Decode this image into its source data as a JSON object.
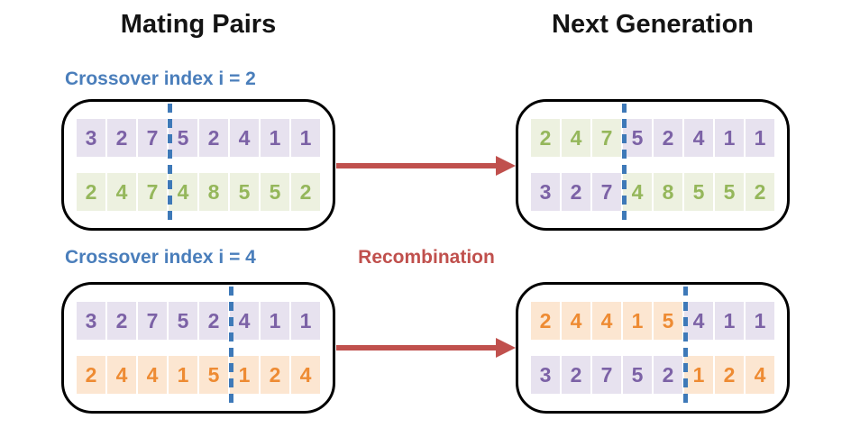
{
  "titles": {
    "left": "Mating Pairs",
    "right": "Next Generation"
  },
  "labels": {
    "crossover_1": "Crossover index i = 2",
    "crossover_2": "Crossover index i = 4",
    "recombination": "Recombination"
  },
  "colors": {
    "label_blue": "#4A7EBB",
    "divider_blue": "#3E79B8",
    "arrow_red": "#C0504D",
    "purple_text": "#7C62A6",
    "purple_bg": "#E7E2EF",
    "green_text": "#95B75B",
    "green_bg": "#EDF1E0",
    "orange_text": "#EE8B33",
    "orange_bg": "#FCE6D1",
    "box_border": "#000000"
  },
  "boxes": [
    {
      "name": "mating-pair-1",
      "crossover_index": 2,
      "divider_after": 3,
      "rows": [
        {
          "cells": [
            {
              "v": "3",
              "c": "purple"
            },
            {
              "v": "2",
              "c": "purple"
            },
            {
              "v": "7",
              "c": "purple"
            },
            {
              "v": "5",
              "c": "purple"
            },
            {
              "v": "2",
              "c": "purple"
            },
            {
              "v": "4",
              "c": "purple"
            },
            {
              "v": "1",
              "c": "purple"
            },
            {
              "v": "1",
              "c": "purple"
            }
          ]
        },
        {
          "cells": [
            {
              "v": "2",
              "c": "green"
            },
            {
              "v": "4",
              "c": "green"
            },
            {
              "v": "7",
              "c": "green"
            },
            {
              "v": "4",
              "c": "green"
            },
            {
              "v": "8",
              "c": "green"
            },
            {
              "v": "5",
              "c": "green"
            },
            {
              "v": "5",
              "c": "green"
            },
            {
              "v": "2",
              "c": "green"
            }
          ]
        }
      ]
    },
    {
      "name": "mating-pair-2",
      "crossover_index": 4,
      "divider_after": 5,
      "rows": [
        {
          "cells": [
            {
              "v": "3",
              "c": "purple"
            },
            {
              "v": "2",
              "c": "purple"
            },
            {
              "v": "7",
              "c": "purple"
            },
            {
              "v": "5",
              "c": "purple"
            },
            {
              "v": "2",
              "c": "purple"
            },
            {
              "v": "4",
              "c": "purple"
            },
            {
              "v": "1",
              "c": "purple"
            },
            {
              "v": "1",
              "c": "purple"
            }
          ]
        },
        {
          "cells": [
            {
              "v": "2",
              "c": "orange"
            },
            {
              "v": "4",
              "c": "orange"
            },
            {
              "v": "4",
              "c": "orange"
            },
            {
              "v": "1",
              "c": "orange"
            },
            {
              "v": "5",
              "c": "orange"
            },
            {
              "v": "1",
              "c": "orange"
            },
            {
              "v": "2",
              "c": "orange"
            },
            {
              "v": "4",
              "c": "orange"
            }
          ]
        }
      ]
    },
    {
      "name": "offspring-1",
      "crossover_index": 2,
      "divider_after": 3,
      "rows": [
        {
          "cells": [
            {
              "v": "2",
              "c": "green"
            },
            {
              "v": "4",
              "c": "green"
            },
            {
              "v": "7",
              "c": "green"
            },
            {
              "v": "5",
              "c": "purple"
            },
            {
              "v": "2",
              "c": "purple"
            },
            {
              "v": "4",
              "c": "purple"
            },
            {
              "v": "1",
              "c": "purple"
            },
            {
              "v": "1",
              "c": "purple"
            }
          ]
        },
        {
          "cells": [
            {
              "v": "3",
              "c": "purple"
            },
            {
              "v": "2",
              "c": "purple"
            },
            {
              "v": "7",
              "c": "purple"
            },
            {
              "v": "4",
              "c": "green"
            },
            {
              "v": "8",
              "c": "green"
            },
            {
              "v": "5",
              "c": "green"
            },
            {
              "v": "5",
              "c": "green"
            },
            {
              "v": "2",
              "c": "green"
            }
          ]
        }
      ]
    },
    {
      "name": "offspring-2",
      "crossover_index": 4,
      "divider_after": 5,
      "rows": [
        {
          "cells": [
            {
              "v": "2",
              "c": "orange"
            },
            {
              "v": "4",
              "c": "orange"
            },
            {
              "v": "4",
              "c": "orange"
            },
            {
              "v": "1",
              "c": "orange"
            },
            {
              "v": "5",
              "c": "orange"
            },
            {
              "v": "4",
              "c": "purple"
            },
            {
              "v": "1",
              "c": "purple"
            },
            {
              "v": "1",
              "c": "purple"
            }
          ]
        },
        {
          "cells": [
            {
              "v": "3",
              "c": "purple"
            },
            {
              "v": "2",
              "c": "purple"
            },
            {
              "v": "7",
              "c": "purple"
            },
            {
              "v": "5",
              "c": "purple"
            },
            {
              "v": "2",
              "c": "purple"
            },
            {
              "v": "1",
              "c": "orange"
            },
            {
              "v": "2",
              "c": "orange"
            },
            {
              "v": "4",
              "c": "orange"
            }
          ]
        }
      ]
    }
  ]
}
